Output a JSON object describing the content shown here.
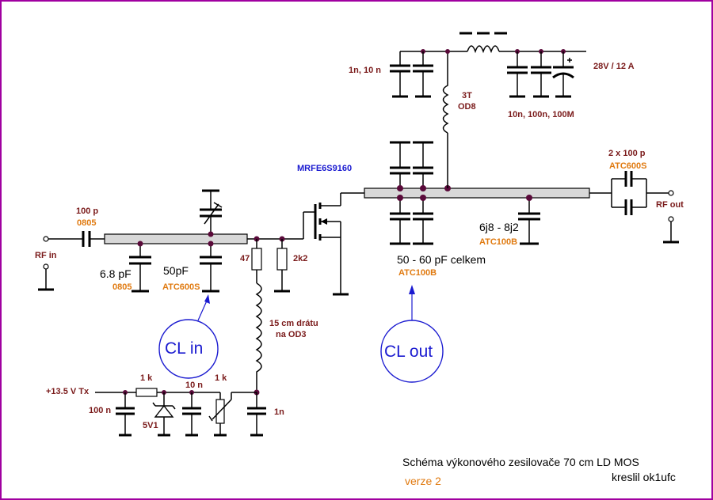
{
  "labels": {
    "rf_in": "RF in",
    "rf_out": "RF out",
    "c100p": "100 p",
    "c100p_pkg": "0805",
    "c6p8": "6.8 pF",
    "c6p8_pkg": "0805",
    "c50p": "50pF",
    "c50p_pkg": "ATC600S",
    "r47": "47",
    "r2k2": "2k2",
    "wire": "15 cm drátu",
    "wire2": "na OD3",
    "transistor": "MRFE6S9160",
    "c1n10n": "1n, 10 n",
    "l3t": "3T",
    "l3t2": "OD8",
    "supply": "28V / 12 A",
    "decoup": "10n, 100n, 100M",
    "c2x100": "2 x 100 p",
    "c2x100_pkg": "ATC600S",
    "c6j8": "6j8 - 8j2",
    "c6j8_pkg": "ATC100B",
    "c50_60": "50 - 60 pF celkem",
    "c50_60_pkg": "ATC100B",
    "supply_tx": "+13.5 V Tx",
    "r1k_a": "1 k",
    "r1k_b": "1 k",
    "c10n": "10 n",
    "c100n": "100 n",
    "zener": "5V1",
    "c1n": "1n",
    "cl_in": "CL in",
    "cl_out": "CL out"
  },
  "footer": {
    "title": "Schéma výkonového zesilovače 70 cm LD MOS",
    "author": "kreslil ok1ufc",
    "version": "verze 2"
  },
  "colors": {
    "border": "#a000a0",
    "label_red": "#7a1a1a",
    "label_orange": "#e07a10",
    "label_blue": "#1a1ad0"
  }
}
